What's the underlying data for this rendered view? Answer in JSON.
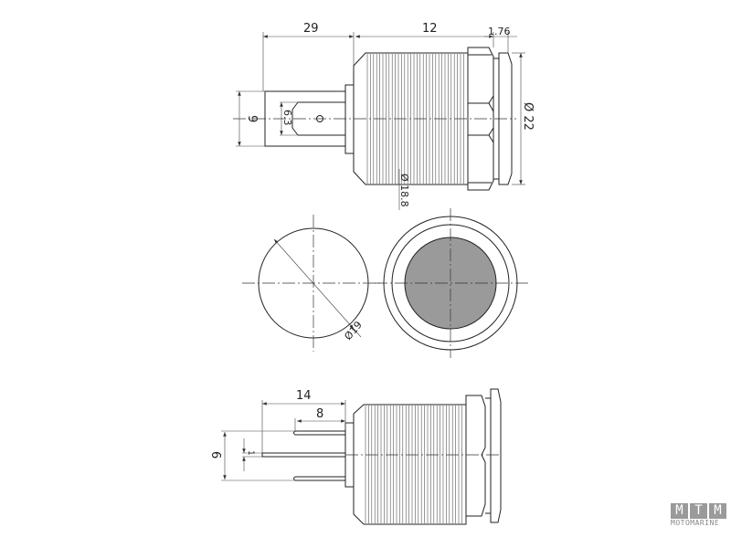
{
  "side_view_top": {
    "dims": {
      "terminal_length": "29",
      "thread_length": "12",
      "bezel_thickness": "1.76",
      "terminal_height": "9",
      "blade_width": "6.3",
      "bezel_diameter": "Ø 22",
      "thread_diameter": "Ø 18.8"
    }
  },
  "front_views": {
    "cutout_diameter": "Ø19"
  },
  "side_view_bottom": {
    "dims": {
      "center_pin_length": "14",
      "outer_pin_length": "8",
      "pin_spacing": "6",
      "pin_width": "1"
    }
  },
  "logo": {
    "letters": [
      "M",
      "T",
      "M"
    ],
    "text": "MOTOMARINE"
  },
  "colors": {
    "line": "#222222",
    "lens_fill": "#9a9a9a",
    "logo": "#9a9a9a"
  }
}
